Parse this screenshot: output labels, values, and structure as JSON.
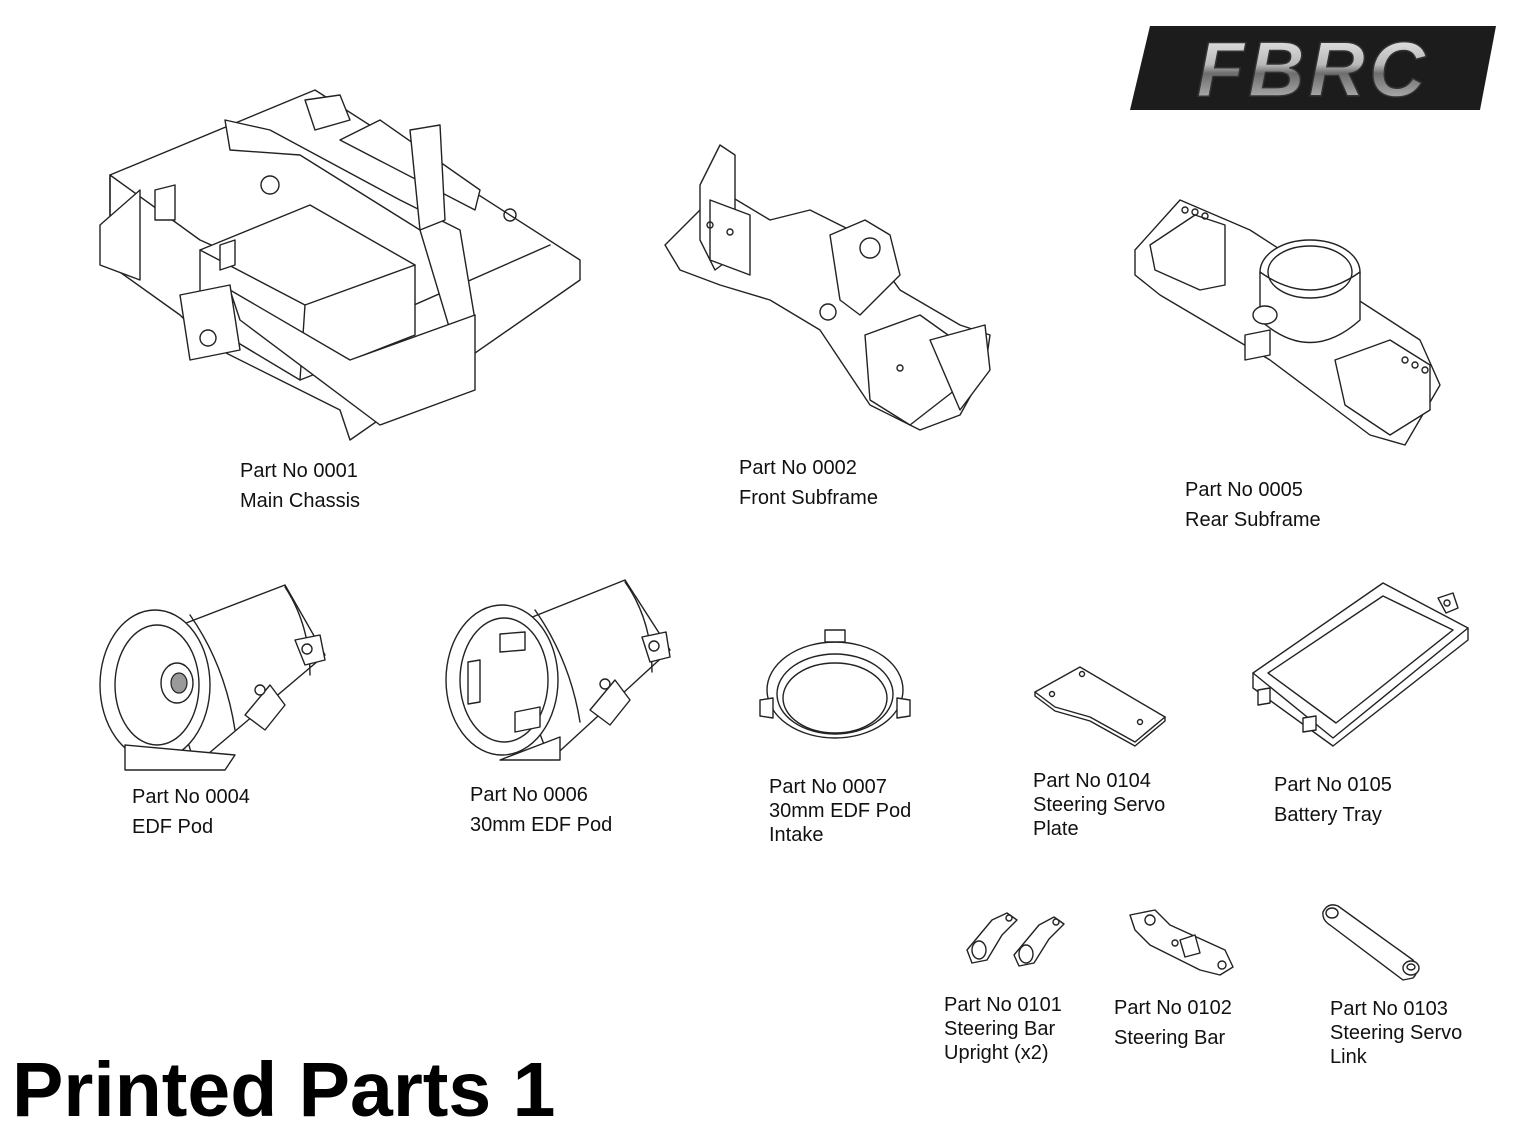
{
  "brand": {
    "logo_text": "FBRC"
  },
  "page": {
    "title": "Printed Parts 1"
  },
  "parts": [
    {
      "number": "Part No 0001",
      "name": "Main Chassis"
    },
    {
      "number": "Part No 0002",
      "name": "Front Subframe"
    },
    {
      "number": "Part No 0005",
      "name": "Rear Subframe"
    },
    {
      "number": "Part No 0004",
      "name": "EDF Pod"
    },
    {
      "number": "Part No 0006",
      "name": "30mm EDF Pod"
    },
    {
      "number": "Part No 0007",
      "name_line1": "30mm EDF Pod",
      "name_line2": "Intake"
    },
    {
      "number": "Part No 0104",
      "name_line1": "Steering Servo",
      "name_line2": "Plate"
    },
    {
      "number": "Part No 0105",
      "name": "Battery Tray"
    },
    {
      "number": "Part No 0101",
      "name_line1": "Steering Bar",
      "name_line2": "Upright (x2)"
    },
    {
      "number": "Part No 0102",
      "name": "Steering Bar"
    },
    {
      "number": "Part No 0103",
      "name_line1": "Steering Servo",
      "name_line2": "Link"
    }
  ]
}
